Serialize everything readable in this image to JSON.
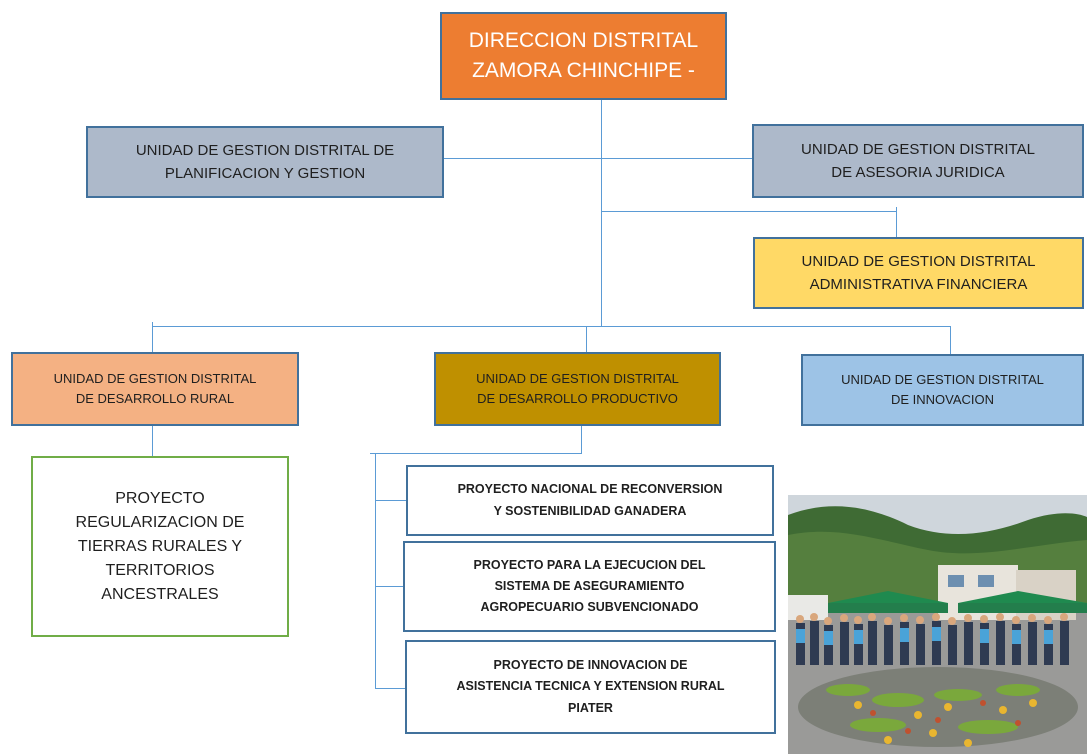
{
  "org_chart": {
    "root": {
      "lines": [
        "DIRECCION DISTRITAL",
        "ZAMORA CHINCHIPE -"
      ]
    },
    "support_units": {
      "planificacion": {
        "lines": [
          "UNIDAD DE GESTION DISTRITAL DE",
          "PLANIFICACION Y GESTION"
        ]
      },
      "juridica": {
        "lines": [
          "UNIDAD DE GESTION DISTRITAL",
          "DE ASESORIA JURIDICA"
        ]
      },
      "financiera": {
        "lines": [
          "UNIDAD DE GESTION DISTRITAL",
          "ADMINISTRATIVA FINANCIERA"
        ]
      }
    },
    "operative_units": {
      "rural": {
        "lines": [
          "UNIDAD DE GESTION DISTRITAL",
          "DE DESARROLLO RURAL"
        ]
      },
      "productivo": {
        "lines": [
          "UNIDAD DE GESTION DISTRITAL",
          "DE DESARROLLO PRODUCTIVO"
        ]
      },
      "innovacion": {
        "lines": [
          "UNIDAD DE GESTION DISTRITAL",
          "DE INNOVACION"
        ]
      }
    },
    "projects": {
      "tierras": {
        "lines": [
          "PROYECTO",
          "REGULARIZACION DE",
          "TIERRAS RURALES Y",
          "TERRITORIOS",
          "ANCESTRALES"
        ]
      },
      "ganadera": {
        "lines": [
          "PROYECTO NACIONAL DE RECONVERSION",
          "Y SOSTENIBILIDAD GANADERA"
        ]
      },
      "seguro": {
        "lines": [
          "PROYECTO PARA LA EJECUCION DEL",
          "SISTEMA DE ASEGURAMIENTO",
          "AGROPECUARIO SUBVENCIONADO"
        ]
      },
      "piater": {
        "lines": [
          "PROYECTO DE INNOVACION DE",
          "ASISTENCIA TECNICA Y EXTENSION RURAL",
          "PIATER"
        ]
      }
    }
  },
  "colors": {
    "root": "#ed7d31",
    "support": "#adb9ca",
    "financiera": "#ffd966",
    "rural": "#f4b183",
    "productivo": "#bf9000",
    "innovacion": "#9dc3e6",
    "connector": "#5b9bd5",
    "border": "#41719c",
    "tierras_border": "#70ad47"
  },
  "photo": {
    "subject": "group-photo-agricultural-fair"
  }
}
